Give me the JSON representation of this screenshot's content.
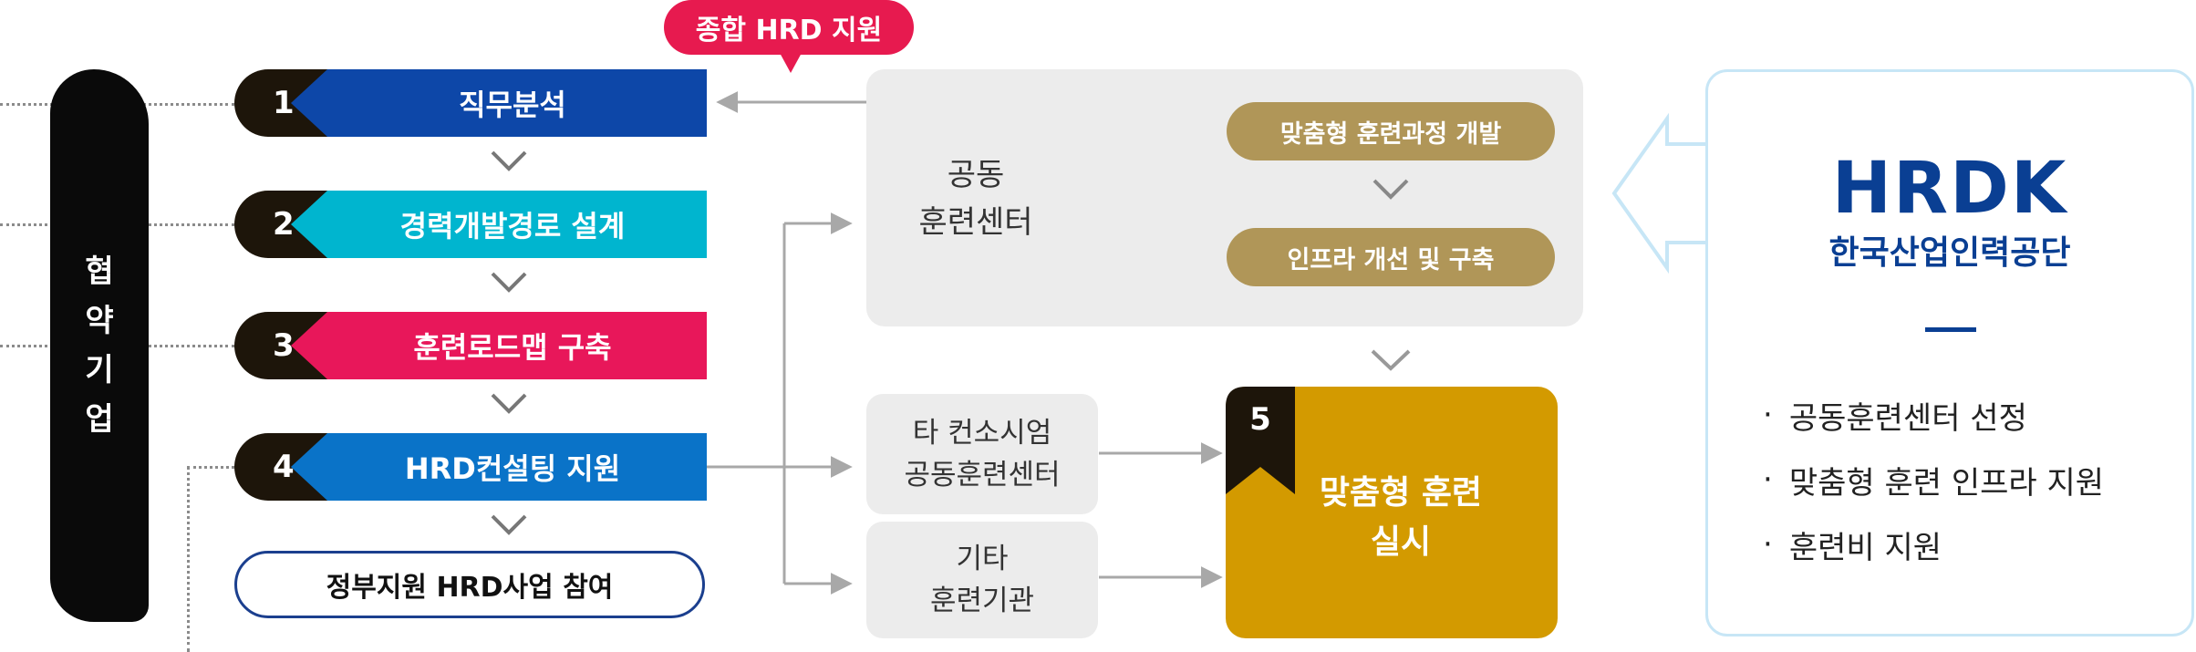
{
  "company": {
    "label": "협약기업"
  },
  "bubble": {
    "label": "종합 HRD 지원"
  },
  "steps": [
    {
      "num": "1",
      "label": "직무분석",
      "color": "#0d47a8"
    },
    {
      "num": "2",
      "label": "경력개발경로 설계",
      "color": "#00b5cf"
    },
    {
      "num": "3",
      "label": "훈련로드맵 구축",
      "color": "#e8175a"
    },
    {
      "num": "4",
      "label": "HRD컨설팅 지원",
      "color": "#0a73c8"
    }
  ],
  "gov": {
    "label": "정부지원 HRD사업 참여"
  },
  "center": {
    "label": "공동\n훈련센터",
    "pill1": "맞춤형 훈련과정 개발",
    "pill2": "인프라 개선 및 구축"
  },
  "other_center": {
    "label": "타 컨소시엄\n공동훈련센터"
  },
  "other_inst": {
    "label": "기타\n훈련기관"
  },
  "final": {
    "num": "5",
    "label": "맞춤형 훈련\n실시"
  },
  "hrdk": {
    "logo": "HRDK",
    "name": "한국산업인력공단",
    "bullets": [
      "공동훈련센터 선정",
      "맞춤형 훈련 인프라 지원",
      "훈련비 지원"
    ]
  },
  "colors": {
    "bubble": "#e71a4f",
    "gold": "#b09658",
    "final": "#d39a00",
    "brand": "#0a3f93"
  }
}
